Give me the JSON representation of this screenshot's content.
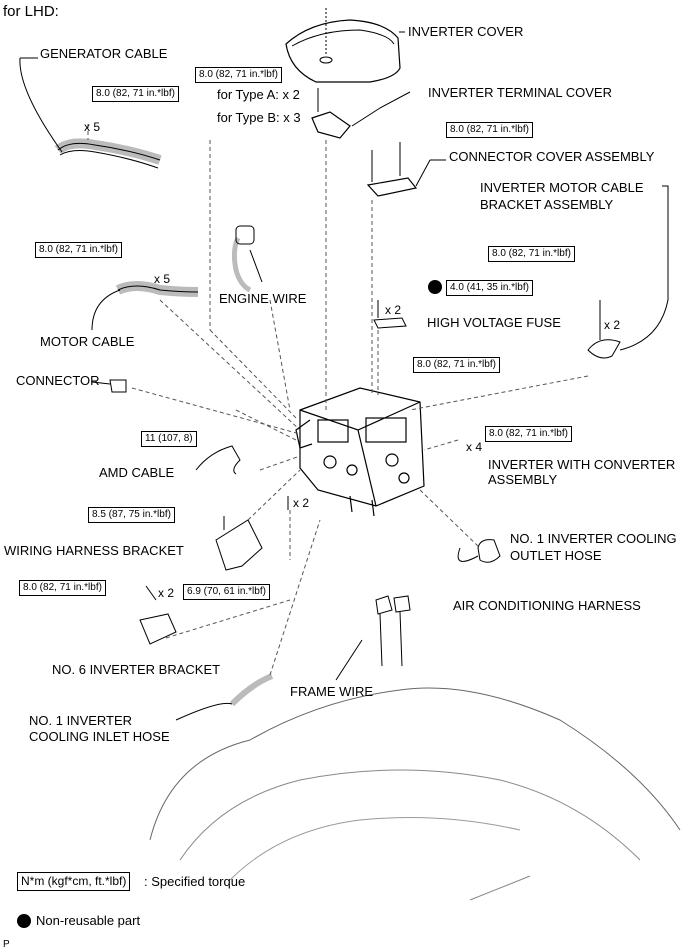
{
  "header": {
    "title": "for LHD:"
  },
  "parts": {
    "inverter_cover": "INVERTER COVER",
    "generator_cable": "GENERATOR CABLE",
    "inverter_terminal_cover": "INVERTER TERMINAL COVER",
    "type_a": "for Type A: x 2",
    "type_b": "for Type B: x 3",
    "connector_cover_assembly": "CONNECTOR COVER ASSEMBLY",
    "inverter_motor_cable_bracket_1": "INVERTER MOTOR CABLE",
    "inverter_motor_cable_bracket_2": "BRACKET ASSEMBLY",
    "engine_wire": "ENGINE WIRE",
    "motor_cable": "MOTOR CABLE",
    "high_voltage_fuse": "HIGH VOLTAGE FUSE",
    "connector": "CONNECTOR",
    "amd_cable": "AMD CABLE",
    "inverter_with_converter_1": "INVERTER WITH CONVERTER",
    "inverter_with_converter_2": "ASSEMBLY",
    "wiring_harness_bracket": "WIRING HARNESS BRACKET",
    "cooling_outlet_hose_1": "NO. 1 INVERTER COOLING",
    "cooling_outlet_hose_2": "OUTLET HOSE",
    "air_conditioning_harness": "AIR CONDITIONING HARNESS",
    "no6_inverter_bracket": "NO. 6 INVERTER BRACKET",
    "frame_wire": "FRAME WIRE",
    "cooling_inlet_hose_1": "NO. 1 INVERTER",
    "cooling_inlet_hose_2": "COOLING INLET HOSE"
  },
  "torques": {
    "t_80": "8.0 (82, 71 in.*lbf)",
    "t_40": "4.0 (41, 35 in.*lbf)",
    "t_11": "11 (107, 8)",
    "t_85": "8.5 (87, 75 in.*lbf)",
    "t_69": "6.9 (70, 61 in.*lbf)"
  },
  "counts": {
    "x5": "x 5",
    "x2": "x 2",
    "x4": "x 4"
  },
  "legend": {
    "unit": "N*m (kgf*cm, ft.*lbf)",
    "specified": ": Specified torque",
    "non_reusable": "Non-reusable part"
  },
  "footer": {
    "code": "P"
  }
}
